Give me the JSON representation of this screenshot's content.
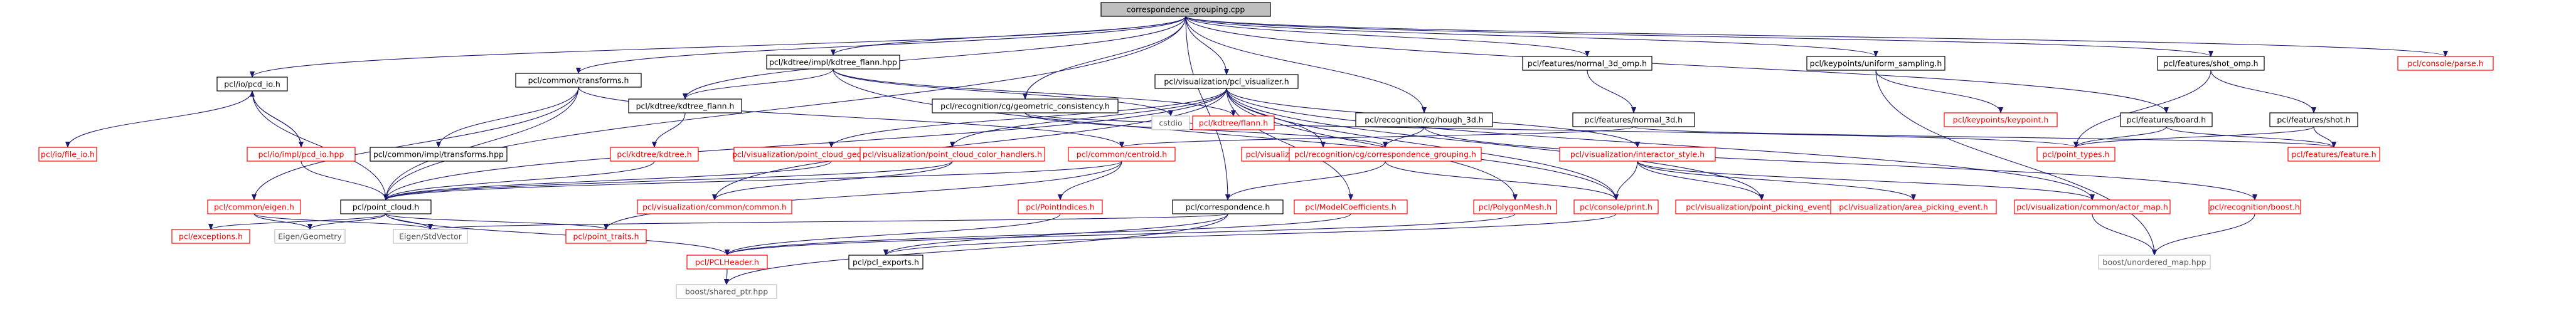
{
  "diagram": {
    "colors": {
      "edge": "#191970",
      "root_fill": "#bfbfbf",
      "root_border": "#000000",
      "doc_text": "#000000",
      "doc_border": "#000000",
      "nodoc_text": "#ff0000",
      "nodoc_border": "#ff0000",
      "system_text": "#555555",
      "system_border": "#bfbfbf"
    },
    "nodes": [
      {
        "id": "root",
        "label": "correspondence_grouping.cpp",
        "kind": "root"
      },
      {
        "id": "pcd_io",
        "label": "pcl/io/pcd_io.h",
        "kind": "doc"
      },
      {
        "id": "common_transforms",
        "label": "pcl/common/transforms.h",
        "kind": "doc"
      },
      {
        "id": "kdtree_flann",
        "label": "pcl/kdtree/kdtree_flann.h",
        "kind": "doc"
      },
      {
        "id": "kdtree_impl_flann",
        "label": "pcl/kdtree/impl/kdtree_flann.hpp",
        "kind": "doc"
      },
      {
        "id": "geo_consistency",
        "label": "pcl/recognition/cg/geometric_consistency.h",
        "kind": "doc"
      },
      {
        "id": "pcl_visualizer",
        "label": "pcl/visualization/pcl_visualizer.h",
        "kind": "doc"
      },
      {
        "id": "normal_3d_omp",
        "label": "pcl/features/normal_3d_omp.h",
        "kind": "doc"
      },
      {
        "id": "uniform_sampling",
        "label": "pcl/keypoints/uniform_sampling.h",
        "kind": "doc"
      },
      {
        "id": "shot_omp",
        "label": "pcl/features/shot_omp.h",
        "kind": "doc"
      },
      {
        "id": "console_parse",
        "label": "pcl/console/parse.h",
        "kind": "nodoc"
      },
      {
        "id": "io_file_io",
        "label": "pcl/io/file_io.h",
        "kind": "nodoc"
      },
      {
        "id": "pcd_io_impl",
        "label": "pcl/io/impl/pcd_io.hpp",
        "kind": "nodoc"
      },
      {
        "id": "common_impl_transforms",
        "label": "pcl/common/impl/transforms.hpp",
        "kind": "doc"
      },
      {
        "id": "kdtree_h",
        "label": "pcl/kdtree/kdtree.h",
        "kind": "nodoc"
      },
      {
        "id": "pcgh",
        "label": "pcl/visualization/point_cloud_geometry_handlers.h",
        "kind": "nodoc"
      },
      {
        "id": "pcch",
        "label": "pcl/visualization/point_cloud_color_handlers.h",
        "kind": "nodoc"
      },
      {
        "id": "centroid",
        "label": "pcl/common/centroid.h",
        "kind": "nodoc"
      },
      {
        "id": "pv_impl",
        "label": "pcl/visualization/impl/pcl_visualizer.hpp",
        "kind": "nodoc"
      },
      {
        "id": "cstdio",
        "label": "cstdio",
        "kind": "system"
      },
      {
        "id": "flann_h",
        "label": "pcl/kdtree/flann.h",
        "kind": "nodoc"
      },
      {
        "id": "hough_3d",
        "label": "pcl/recognition/cg/hough_3d.h",
        "kind": "doc"
      },
      {
        "id": "normal_3d",
        "label": "pcl/features/normal_3d.h",
        "kind": "doc"
      },
      {
        "id": "keypoint_h",
        "label": "pcl/keypoints/keypoint.h",
        "kind": "nodoc"
      },
      {
        "id": "features_board",
        "label": "pcl/features/board.h",
        "kind": "doc"
      },
      {
        "id": "features_shot",
        "label": "pcl/features/shot.h",
        "kind": "doc"
      },
      {
        "id": "cg_grouping",
        "label": "pcl/recognition/cg/correspondence_grouping.h",
        "kind": "nodoc"
      },
      {
        "id": "interactor_style",
        "label": "pcl/visualization/interactor_style.h",
        "kind": "nodoc"
      },
      {
        "id": "point_types",
        "label": "pcl/point_types.h",
        "kind": "nodoc"
      },
      {
        "id": "features_feature",
        "label": "pcl/features/feature.h",
        "kind": "nodoc"
      },
      {
        "id": "common_eigen",
        "label": "pcl/common/eigen.h",
        "kind": "nodoc"
      },
      {
        "id": "point_cloud",
        "label": "pcl/point_cloud.h",
        "kind": "doc"
      },
      {
        "id": "vis_common_common",
        "label": "pcl/visualization/common/common.h",
        "kind": "nodoc"
      },
      {
        "id": "point_indices",
        "label": "pcl/PointIndices.h",
        "kind": "nodoc"
      },
      {
        "id": "correspondence",
        "label": "pcl/correspondence.h",
        "kind": "doc"
      },
      {
        "id": "model_coeffs",
        "label": "pcl/ModelCoefficients.h",
        "kind": "nodoc"
      },
      {
        "id": "polygon_mesh",
        "label": "pcl/PolygonMesh.h",
        "kind": "nodoc"
      },
      {
        "id": "console_print",
        "label": "pcl/console/print.h",
        "kind": "nodoc"
      },
      {
        "id": "point_picking_event",
        "label": "pcl/visualization/point_picking_event.h",
        "kind": "nodoc"
      },
      {
        "id": "area_picking_event",
        "label": "pcl/visualization/area_picking_event.h",
        "kind": "nodoc"
      },
      {
        "id": "actor_map",
        "label": "pcl/visualization/common/actor_map.h",
        "kind": "nodoc"
      },
      {
        "id": "recognition_boost",
        "label": "pcl/recognition/boost.h",
        "kind": "nodoc"
      },
      {
        "id": "exceptions",
        "label": "pcl/exceptions.h",
        "kind": "nodoc"
      },
      {
        "id": "eigen_geometry",
        "label": "Eigen/Geometry",
        "kind": "system"
      },
      {
        "id": "eigen_stdvector",
        "label": "Eigen/StdVector",
        "kind": "system"
      },
      {
        "id": "point_traits",
        "label": "pcl/point_traits.h",
        "kind": "nodoc"
      },
      {
        "id": "pcl_header",
        "label": "pcl/PCLHeader.h",
        "kind": "nodoc"
      },
      {
        "id": "pcl_exports",
        "label": "pcl/pcl_exports.h",
        "kind": "doc"
      },
      {
        "id": "boost_unordered_map",
        "label": "boost/unordered_map.hpp",
        "kind": "system"
      },
      {
        "id": "boost_shared_ptr",
        "label": "boost/shared_ptr.hpp",
        "kind": "system"
      }
    ],
    "edges": [
      [
        "root",
        "pcd_io"
      ],
      [
        "root",
        "common_transforms"
      ],
      [
        "root",
        "kdtree_flann"
      ],
      [
        "root",
        "kdtree_impl_flann"
      ],
      [
        "root",
        "geo_consistency"
      ],
      [
        "root",
        "pcl_visualizer"
      ],
      [
        "root",
        "normal_3d_omp"
      ],
      [
        "root",
        "uniform_sampling"
      ],
      [
        "root",
        "shot_omp"
      ],
      [
        "root",
        "console_parse"
      ],
      [
        "root",
        "hough_3d"
      ],
      [
        "root",
        "features_board"
      ],
      [
        "root",
        "correspondence"
      ],
      [
        "root",
        "point_cloud"
      ],
      [
        "pcd_io",
        "io_file_io"
      ],
      [
        "pcd_io",
        "pcd_io_impl"
      ],
      [
        "pcd_io",
        "point_cloud"
      ],
      [
        "pcd_io_impl",
        "pcd_io"
      ],
      [
        "pcd_io_impl",
        "point_cloud"
      ],
      [
        "common_transforms",
        "common_impl_transforms"
      ],
      [
        "common_transforms",
        "centroid"
      ],
      [
        "common_transforms",
        "point_cloud"
      ],
      [
        "common_transforms",
        "common_eigen"
      ],
      [
        "kdtree_impl_flann",
        "kdtree_flann"
      ],
      [
        "kdtree_impl_flann",
        "cstdio"
      ],
      [
        "kdtree_impl_flann",
        "flann_h"
      ],
      [
        "kdtree_impl_flann",
        "console_print"
      ],
      [
        "kdtree_flann",
        "kdtree_h"
      ],
      [
        "kdtree_h",
        "point_cloud"
      ],
      [
        "geo_consistency",
        "cg_grouping"
      ],
      [
        "geo_consistency",
        "point_types"
      ],
      [
        "pcl_visualizer",
        "pcgh"
      ],
      [
        "pcl_visualizer",
        "pcch"
      ],
      [
        "pcl_visualizer",
        "pv_impl"
      ],
      [
        "pcl_visualizer",
        "interactor_style"
      ],
      [
        "pcl_visualizer",
        "point_picking_event"
      ],
      [
        "pcl_visualizer",
        "model_coeffs"
      ],
      [
        "pcl_visualizer",
        "polygon_mesh"
      ],
      [
        "pcl_visualizer",
        "console_print"
      ],
      [
        "pcl_visualizer",
        "actor_map"
      ],
      [
        "pcl_visualizer",
        "vis_common_common"
      ],
      [
        "pcl_visualizer",
        "point_cloud"
      ],
      [
        "normal_3d_omp",
        "normal_3d"
      ],
      [
        "normal_3d",
        "centroid"
      ],
      [
        "normal_3d",
        "features_feature"
      ],
      [
        "uniform_sampling",
        "keypoint_h"
      ],
      [
        "uniform_sampling",
        "boost_unordered_map"
      ],
      [
        "shot_omp",
        "features_shot"
      ],
      [
        "shot_omp",
        "point_types"
      ],
      [
        "features_shot",
        "features_feature"
      ],
      [
        "features_shot",
        "point_types"
      ],
      [
        "features_board",
        "point_types"
      ],
      [
        "features_board",
        "features_feature"
      ],
      [
        "hough_3d",
        "cg_grouping"
      ],
      [
        "hough_3d",
        "recognition_boost"
      ],
      [
        "cg_grouping",
        "correspondence"
      ],
      [
        "cg_grouping",
        "console_print"
      ],
      [
        "interactor_style",
        "console_print"
      ],
      [
        "interactor_style",
        "point_picking_event"
      ],
      [
        "interactor_style",
        "area_picking_event"
      ],
      [
        "interactor_style",
        "actor_map"
      ],
      [
        "pcgh",
        "point_cloud"
      ],
      [
        "pcch",
        "point_cloud"
      ],
      [
        "pcch",
        "vis_common_common"
      ],
      [
        "centroid",
        "point_cloud"
      ],
      [
        "centroid",
        "point_indices"
      ],
      [
        "centroid",
        "point_traits"
      ],
      [
        "common_eigen",
        "eigen_geometry"
      ],
      [
        "common_eigen",
        "eigen_stdvector"
      ],
      [
        "point_cloud",
        "exceptions"
      ],
      [
        "point_cloud",
        "point_traits"
      ],
      [
        "point_cloud",
        "eigen_geometry"
      ],
      [
        "point_cloud",
        "eigen_stdvector"
      ],
      [
        "point_cloud",
        "pcl_header"
      ],
      [
        "point_indices",
        "pcl_header"
      ],
      [
        "model_coeffs",
        "pcl_header"
      ],
      [
        "polygon_mesh",
        "pcl_header"
      ],
      [
        "correspondence",
        "eigen_stdvector"
      ],
      [
        "correspondence",
        "boost_shared_ptr"
      ],
      [
        "correspondence",
        "pcl_exports"
      ],
      [
        "console_print",
        "pcl_exports"
      ],
      [
        "pcl_header",
        "boost_shared_ptr"
      ],
      [
        "recognition_boost",
        "boost_unordered_map"
      ],
      [
        "actor_map",
        "boost_unordered_map"
      ]
    ]
  }
}
